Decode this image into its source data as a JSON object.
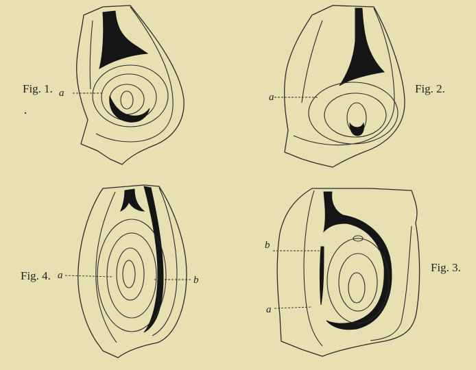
{
  "figures": [
    {
      "caption": "Fig. 1.",
      "labels": [
        "a"
      ]
    },
    {
      "caption": "Fig. 2.",
      "labels": [
        "a"
      ]
    },
    {
      "caption": "Fig. 3.",
      "labels": [
        "b",
        "a"
      ]
    },
    {
      "caption": "Fig. 4.",
      "labels": [
        "a",
        "b"
      ]
    }
  ]
}
